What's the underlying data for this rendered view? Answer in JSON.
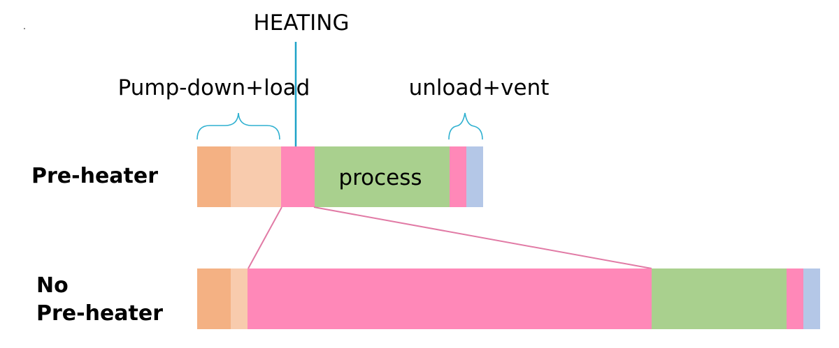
{
  "labels": {
    "heating": "HEATING",
    "pump_down_load": "Pump-down+load",
    "unload_vent": "unload+vent",
    "process": "process",
    "row1": "Pre-heater",
    "row2_line1": "No",
    "row2_line2": "Pre-heater"
  },
  "colors": {
    "pump_down": "#f4b183",
    "load": "#f8cbad",
    "heating": "#ff88b8",
    "process": "#a9d08e",
    "unload": "#ff88b8",
    "vent": "#b4c7e7",
    "brace": "#2eb0d0",
    "heating_pointer": "#1fa3c8",
    "zoom_lines": "#e17aa5"
  },
  "rows": [
    {
      "name": "pre-heater",
      "segments": [
        {
          "phase": "pump-down",
          "color": "#f4b183"
        },
        {
          "phase": "load",
          "color": "#f8cbad"
        },
        {
          "phase": "heating",
          "color": "#ff88b8"
        },
        {
          "phase": "process",
          "color": "#a9d08e"
        },
        {
          "phase": "unload",
          "color": "#ff88b8"
        },
        {
          "phase": "vent",
          "color": "#b4c7e7"
        }
      ]
    },
    {
      "name": "no-pre-heater",
      "segments": [
        {
          "phase": "pump-down",
          "color": "#f4b183"
        },
        {
          "phase": "load",
          "color": "#f8cbad"
        },
        {
          "phase": "heating",
          "color": "#ff88b8"
        },
        {
          "phase": "process",
          "color": "#a9d08e"
        },
        {
          "phase": "unload",
          "color": "#ff88b8"
        },
        {
          "phase": "vent",
          "color": "#b4c7e7"
        }
      ]
    }
  ]
}
